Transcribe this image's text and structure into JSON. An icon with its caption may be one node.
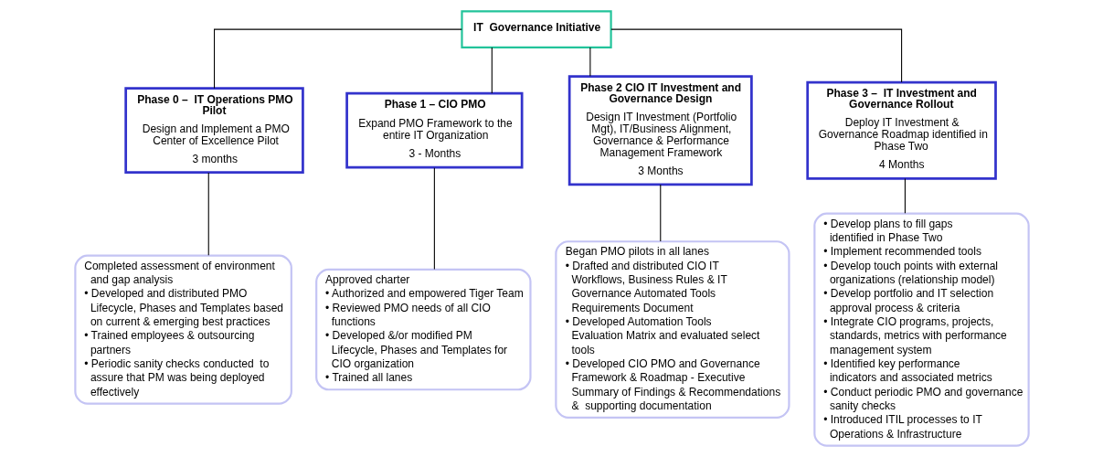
{
  "diagram": {
    "nodes": [
      {
        "text": [
          "IT  Governance Initiative"
        ]
      },
      {
        "text": [
          "Phase 0 –  IT Operations PMO Pilot",
          "Design and Implement a PMO Center of Excellence Pilot",
          "3 months"
        ]
      },
      {
        "text": [
          "Phase 1 – CIO PMO",
          "Expand PMO Framework to the entire IT Organization",
          "3 - Months"
        ]
      },
      {
        "text": [
          "Phase 2 CIO IT Investment and Governance Design",
          "Design IT Investment (Portfolio Mgt), IT/Business Alignment, Governance & Performance Management Framework",
          "3 Months"
        ]
      },
      {
        "text": [
          "Phase 3 –  IT Investment and Governance Rollout",
          "Deploy IT Investment & Governance Roadmap identified in Phase Two",
          "4 Months"
        ]
      },
      {
        "text": [
          "Completed assessment of environment and gap analysis",
          "• Developed and distributed PMO Lifecycle, Phases and Templates based on current & emerging best practices",
          "• Trained employees & outsourcing partners",
          "• Periodic sanity checks conducted  to assure that PM was being deployed effectively"
        ]
      },
      {
        "text": [
          "Approved charter",
          "• Authorized and empowered Tiger Team",
          "• Reviewed PMO needs of all CIO functions",
          "• Developed &/or modified PM Lifecycle, Phases and Templates for CIO organization",
          "• Trained all lanes"
        ]
      },
      {
        "text": [
          "Began PMO pilots in all lanes",
          "• Drafted and distributed CIO IT Workflows, Business Rules & IT Governance Automated Tools Requirements Document",
          "• Developed Automation Tools Evaluation Matrix and evaluated select tools",
          "• Developed CIO PMO and Governance Framework & Roadmap - Executive Summary of Findings & Recommendations &  supporting documentation"
        ]
      },
      {
        "text": [
          "• Develop plans to fill gaps identified in Phase Two",
          "• Implement recommended tools",
          "• Develop touch points with external organizations (relationship model)",
          "• Develop portfolio and IT selection approval process & criteria",
          "• Integrate CIO programs, projects, standards, metrics with performance management system",
          "• Identified key performance indicators and associated metrics",
          "• Conduct periodic PMO and governance sanity checks",
          "• Introduced ITIL processes to IT Operations & Infrastructure"
        ]
      }
    ],
    "edges": [
      {
        "from": 0,
        "to": 1,
        "arrow": "none"
      },
      {
        "from": 0,
        "to": 2,
        "arrow": "none"
      },
      {
        "from": 0,
        "to": 3,
        "arrow": "none"
      },
      {
        "from": 0,
        "to": 4,
        "arrow": "none"
      },
      {
        "from": 1,
        "to": 5,
        "arrow": "none"
      },
      {
        "from": 2,
        "to": 6,
        "arrow": "none"
      },
      {
        "from": 3,
        "to": 7,
        "arrow": "none"
      },
      {
        "from": 4,
        "to": 8,
        "arrow": "none"
      }
    ]
  }
}
